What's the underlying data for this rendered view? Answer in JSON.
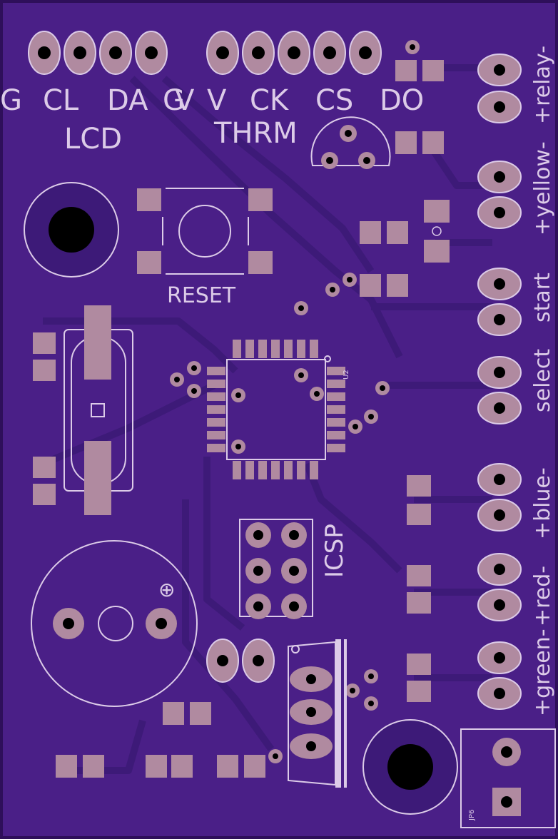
{
  "colors": {
    "board": "#4a1f87",
    "edge": "#2e0f5a",
    "trace": "#3d1a78",
    "trace_edge": "#5a2aa0",
    "pad": "#b08aa0",
    "silk": "#dccbe8",
    "hole": "#000000"
  },
  "labels": {
    "lcd_pins": [
      "G",
      "CL",
      "DA",
      "G",
      "V"
    ],
    "therm_pins": [
      "V",
      "CK",
      "CS",
      "DO"
    ],
    "lcd": "LCD",
    "therm": "THRM",
    "reset": "RESET",
    "icsp": "ICSP",
    "u2": "U2",
    "jp6": "JP6",
    "relay": "+relay-",
    "yellow": "+yellow-",
    "start": "start",
    "select": "select",
    "blue": "+blue-",
    "red": "+red-",
    "green": "+green-",
    "plus": "⊕"
  }
}
